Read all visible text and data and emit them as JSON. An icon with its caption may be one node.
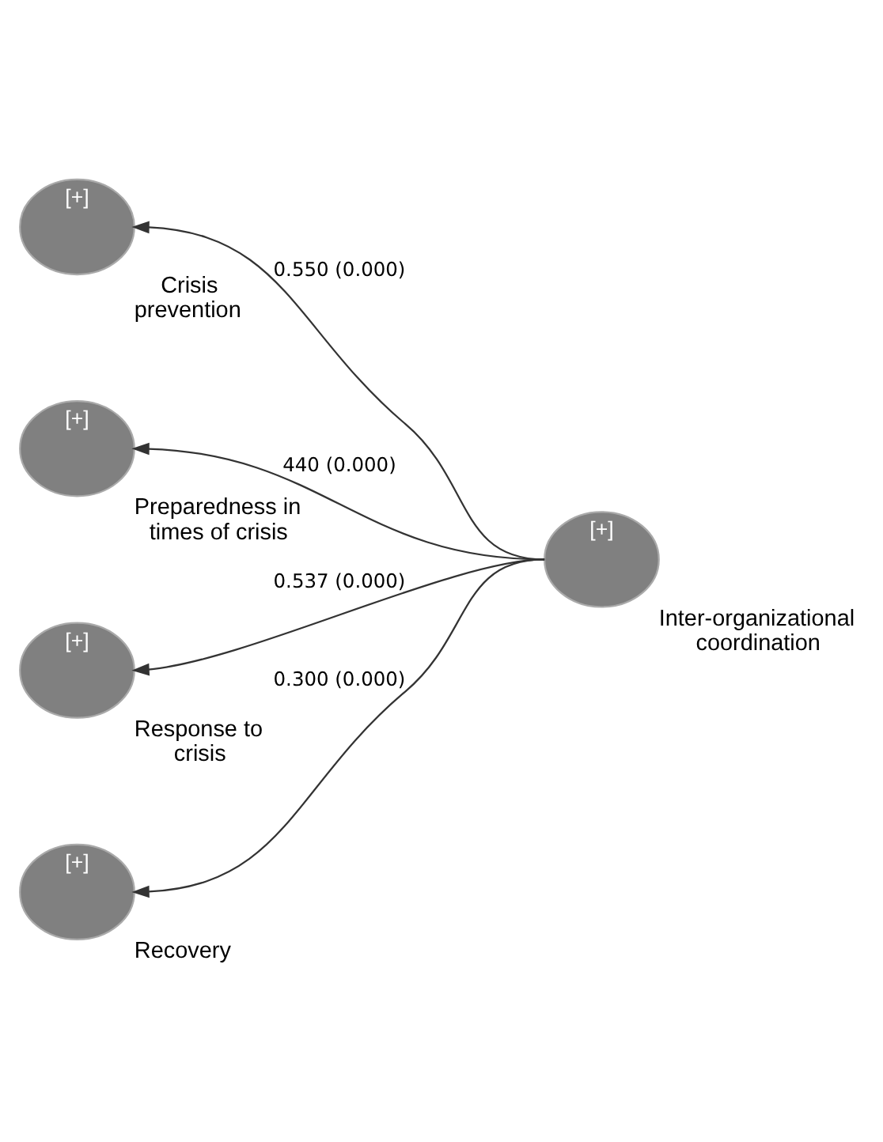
{
  "diagram": {
    "nodes": [
      {
        "text": [
          "[+]",
          "Crisis prevention"
        ]
      },
      {
        "text": [
          "[+]",
          "Preparedness in times of crisis"
        ]
      },
      {
        "text": [
          "[+]",
          "Response to crisis"
        ]
      },
      {
        "text": [
          "[+]",
          "Recovery"
        ]
      },
      {
        "text": [
          "[+]",
          "Inter-organizational coordination"
        ]
      }
    ],
    "edges": [
      {
        "from": 4,
        "to": 0,
        "arrow": "to",
        "label": "0.550 (0.000)"
      },
      {
        "from": 4,
        "to": 1,
        "arrow": "to",
        "label": "440 (0.000)"
      },
      {
        "from": 4,
        "to": 2,
        "arrow": "to",
        "label": "0.537 (0.000)"
      },
      {
        "from": 4,
        "to": 3,
        "arrow": "to",
        "label": "0.300 (0.000)"
      }
    ]
  }
}
